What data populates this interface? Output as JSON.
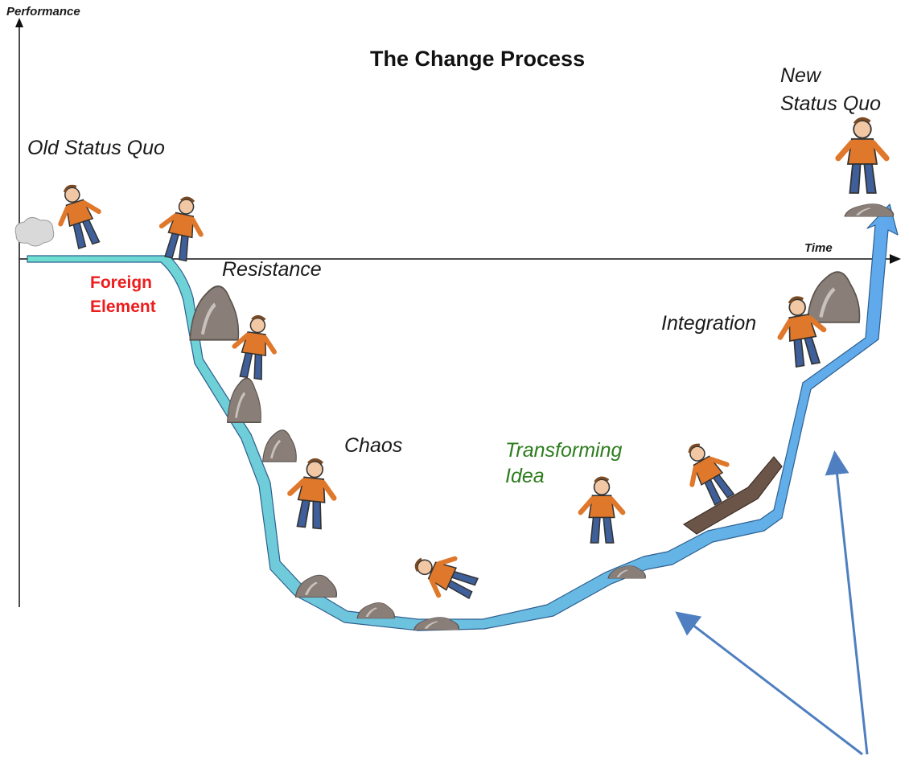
{
  "title": "The Change Process",
  "axes": {
    "y_label": "Performance",
    "x_label": "Time"
  },
  "stages": {
    "old_status_quo": "Old Status Quo",
    "foreign_element_line1": "Foreign",
    "foreign_element_line2": "Element",
    "resistance": "Resistance",
    "chaos": "Chaos",
    "transforming_idea_line1": "Transforming",
    "transforming_idea_line2": "Idea",
    "integration": "Integration",
    "new_status_quo_line1": "New",
    "new_status_quo_line2": "Status Quo"
  },
  "colors": {
    "curve_start": "#6ee0cf",
    "curve_end": "#5fa8ec",
    "pointer_arrows": "#4f7fc0",
    "foreign_element": "#ee1c1c",
    "transforming_idea": "#2e7d1f",
    "figure_shirt": "#e0782c",
    "figure_pants": "#3f5f9a",
    "rock": "#8a7f78"
  }
}
